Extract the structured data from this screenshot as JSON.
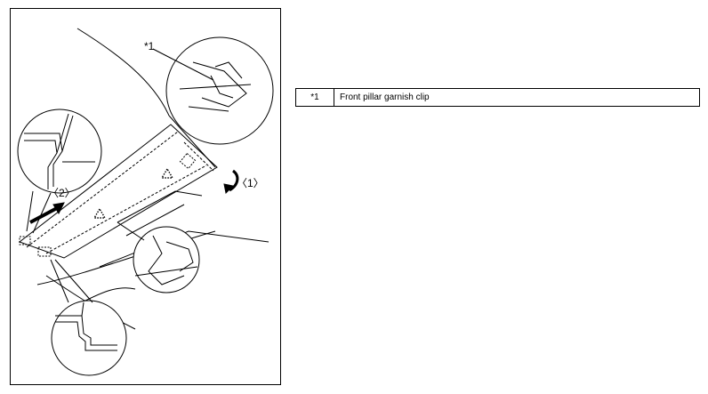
{
  "diagram": {
    "callout": "*1",
    "step_1": "〈1〉",
    "step_2": "〈2〉"
  },
  "legend": {
    "rows": [
      {
        "key": "*1",
        "description": "Front pillar garnish clip"
      }
    ]
  }
}
